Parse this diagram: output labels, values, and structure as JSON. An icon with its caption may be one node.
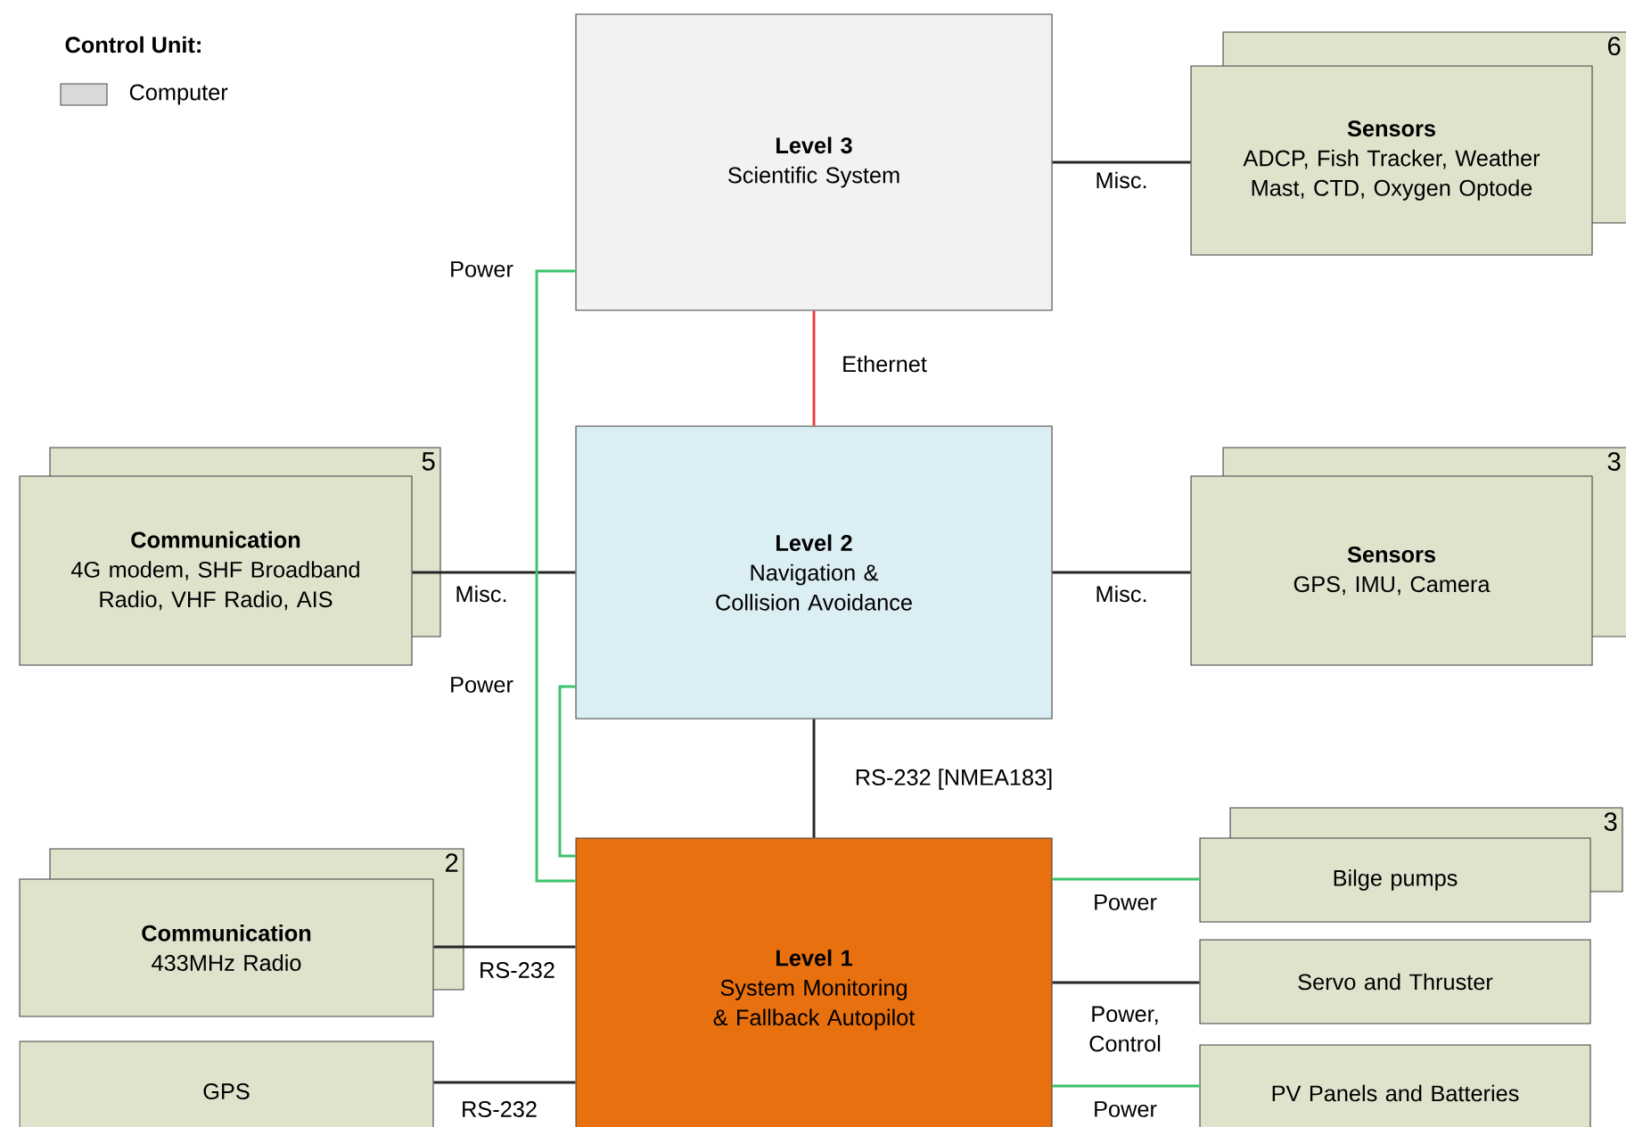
{
  "diagram": {
    "nodes": [
      {
        "text": [
          "Level 3",
          "Scientific System"
        ]
      },
      {
        "text": [
          "Sensors",
          "ADCP, Fish Tracker, Weather Mast, CTD, Oxygen Optode"
        ],
        "beside": [
          "6"
        ]
      },
      {
        "text": [
          "Communication",
          "4G modem, SHF Broadband Radio, VHF Radio, AIS"
        ],
        "beside": [
          "5"
        ]
      },
      {
        "text": [
          "Level 2",
          "Navigation & Collision Avoidance"
        ]
      },
      {
        "text": [
          "Sensors",
          "GPS, IMU, Camera"
        ],
        "beside": [
          "3"
        ]
      },
      {
        "text": [
          "Communication",
          "433MHz Radio"
        ],
        "beside": [
          "2"
        ]
      },
      {
        "text": [
          "Level 1",
          "System Monitoring & Fallback Autopilot"
        ]
      },
      {
        "text": [
          "Bilge pumps"
        ],
        "beside": [
          "3"
        ]
      },
      {
        "text": [
          "Servo and Thruster"
        ]
      },
      {
        "text": [
          "GPS"
        ]
      },
      {
        "text": [
          "PV Panels and Batteries"
        ]
      }
    ],
    "edges": [
      {
        "from": 0,
        "to": 1,
        "arrow": "none",
        "label": "Misc."
      },
      {
        "from": 0,
        "to": 3,
        "arrow": "none",
        "label": "Ethernet",
        "color": "#ee3b3b"
      },
      {
        "from": 3,
        "to": 2,
        "arrow": "none",
        "label": "Misc."
      },
      {
        "from": 3,
        "to": 4,
        "arrow": "none",
        "label": "Misc."
      },
      {
        "from": 3,
        "to": 6,
        "arrow": "none",
        "label": "RS-232 [NMEA183]"
      },
      {
        "from": 6,
        "to": 0,
        "arrow": "none",
        "label": "Power",
        "color": "#3cc36a"
      },
      {
        "from": 6,
        "to": 3,
        "arrow": "none",
        "label": "Power",
        "color": "#3cc36a"
      },
      {
        "from": 6,
        "to": 5,
        "arrow": "none",
        "label": "RS-232"
      },
      {
        "from": 6,
        "to": 9,
        "arrow": "none",
        "label": "RS-232"
      },
      {
        "from": 6,
        "to": 7,
        "arrow": "none",
        "label": "Power",
        "color": "#3cc36a"
      },
      {
        "from": 6,
        "to": 8,
        "arrow": "none",
        "label": "Power, Control"
      },
      {
        "from": 6,
        "to": 10,
        "arrow": "none",
        "label": "Power",
        "color": "#3cc36a"
      }
    ],
    "labels": [
      "Control Unit:"
    ],
    "legend": [
      {
        "text": "Computer",
        "color": "#d9d9d9"
      }
    ]
  }
}
